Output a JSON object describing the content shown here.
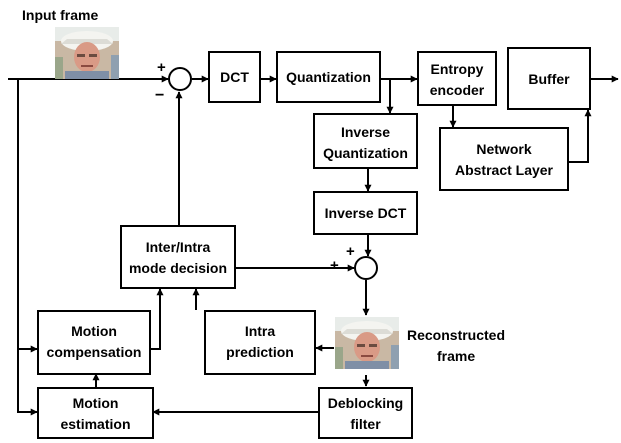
{
  "blocks": {
    "dct": "DCT",
    "quant": "Quantization",
    "entropy": [
      "Entropy",
      "encoder"
    ],
    "buffer": "Buffer",
    "iquant": [
      "Inverse",
      "Quantization"
    ],
    "nal": [
      "Network",
      "Abstract Layer"
    ],
    "idct": "Inverse DCT",
    "mode": [
      "Inter/Intra",
      "mode decision"
    ],
    "mc": [
      "Motion",
      "compensation"
    ],
    "intra": [
      "Intra",
      "prediction"
    ],
    "me": [
      "Motion",
      "estimation"
    ],
    "deblock": [
      "Deblocking",
      "filter"
    ]
  },
  "labels": {
    "input_frame": "Input frame",
    "reconstructed": [
      "Reconstructed",
      "frame"
    ]
  },
  "signs": {
    "sum1_plus": "+",
    "sum1_minus": "−",
    "sum2_plus_left": "+",
    "sum2_plus_top": "+"
  }
}
